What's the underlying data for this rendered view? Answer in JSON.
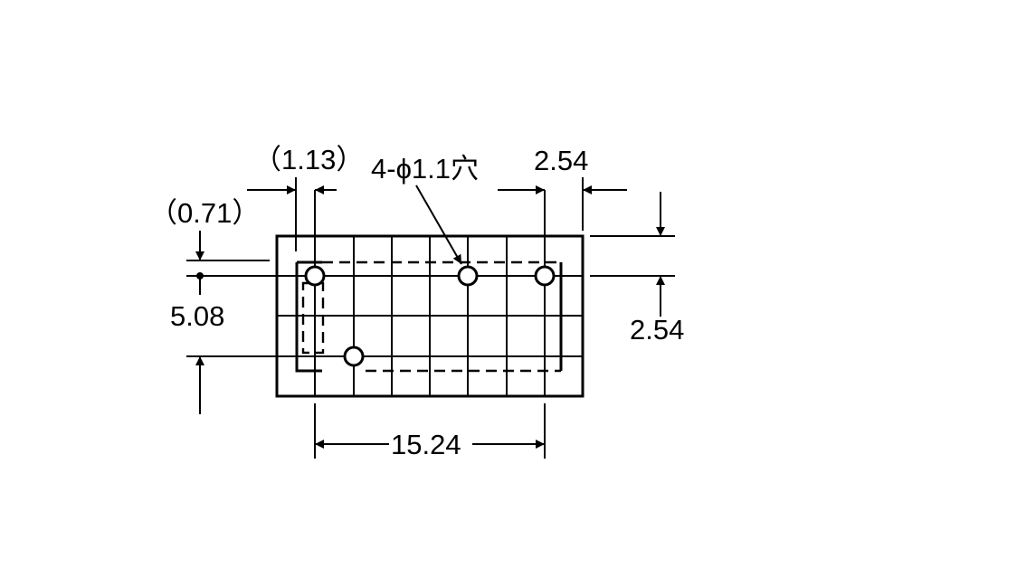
{
  "dimensions": {
    "d_1_13": "（1.13）",
    "hole_note": "4-ϕ1.1穴",
    "d_2_54_top": "2.54",
    "d_0_71": "（0.71）",
    "d_5_08": "5.08",
    "d_2_54_right": "2.54",
    "d_15_24": "15.24"
  }
}
